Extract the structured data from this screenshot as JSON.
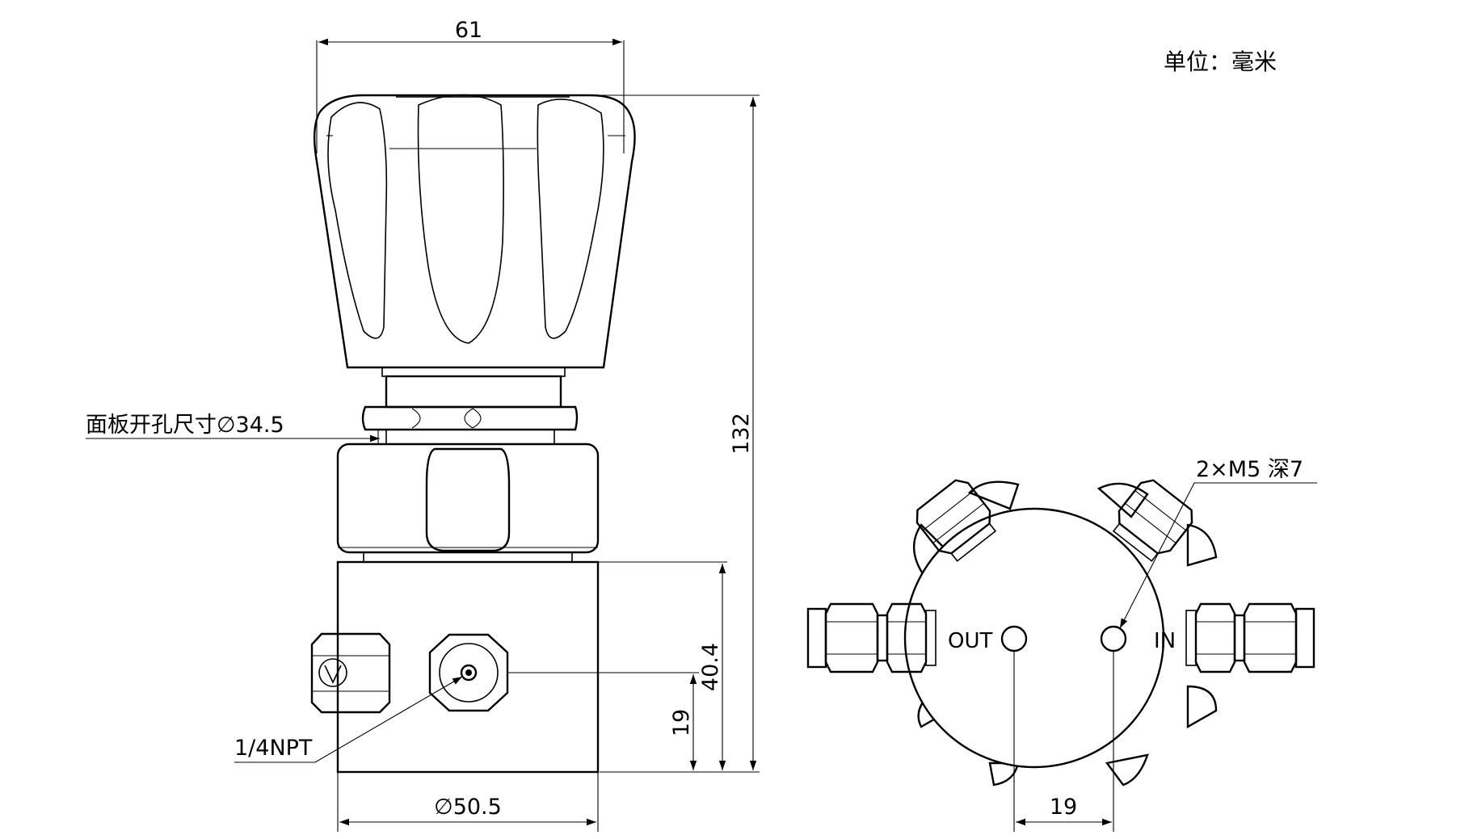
{
  "unit_note": "单位：毫米",
  "dimensions": {
    "knob_width": "61",
    "total_height": "132",
    "body_height": "40.4",
    "port_height": "19",
    "body_diameter": "∅50.5",
    "bottom_spacing": "19"
  },
  "callouts": {
    "panel_cutout": "面板开孔尺寸∅34.5",
    "port_thread": "1/4NPT",
    "mount_holes": "2×M5 深7"
  },
  "port_labels": {
    "outlet": "OUT",
    "inlet": "IN"
  },
  "colors": {
    "line": "#000000",
    "background": "#ffffff"
  }
}
